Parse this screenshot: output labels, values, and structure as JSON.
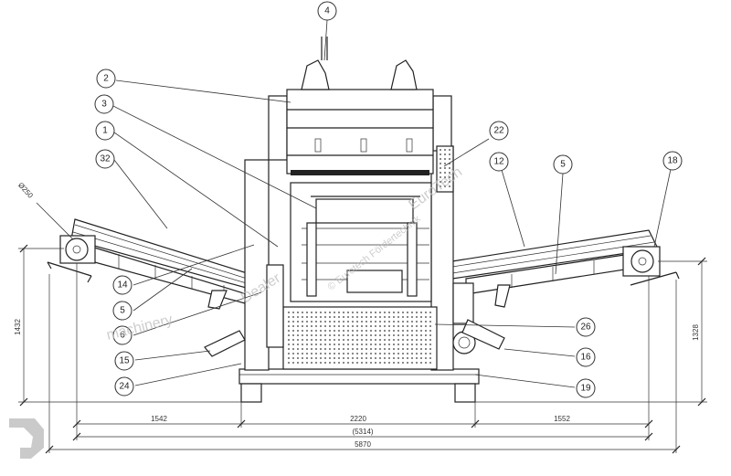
{
  "balloons": [
    {
      "id": "b4",
      "label": "4"
    },
    {
      "id": "b2",
      "label": "2"
    },
    {
      "id": "b3",
      "label": "3"
    },
    {
      "id": "b1",
      "label": "1"
    },
    {
      "id": "b32",
      "label": "32"
    },
    {
      "id": "b22",
      "label": "22"
    },
    {
      "id": "b12",
      "label": "12"
    },
    {
      "id": "b5r",
      "label": "5"
    },
    {
      "id": "b18",
      "label": "18"
    },
    {
      "id": "b14",
      "label": "14"
    },
    {
      "id": "b5l",
      "label": "5"
    },
    {
      "id": "b6",
      "label": "6"
    },
    {
      "id": "b15",
      "label": "15"
    },
    {
      "id": "b24",
      "label": "24"
    },
    {
      "id": "b26",
      "label": "26"
    },
    {
      "id": "b16",
      "label": "16"
    },
    {
      "id": "b19",
      "label": "19"
    }
  ],
  "dimensions": {
    "left_conveyor": "1542",
    "center": "2220",
    "right_conveyor": "1552",
    "total_ref": "(5314)",
    "overall": "5870",
    "height_left": "1432",
    "height_right": "1328",
    "diameter": "Ø250"
  },
  "watermarks": {
    "dealer": "Dealer",
    "machinery": "machinery",
    "eurotech": "© Eurotech Fördertechnik",
    "brand": "EuroTech"
  },
  "colors": {
    "line": "#222222",
    "watermark": "#bdbdbd",
    "background": "#ffffff"
  }
}
